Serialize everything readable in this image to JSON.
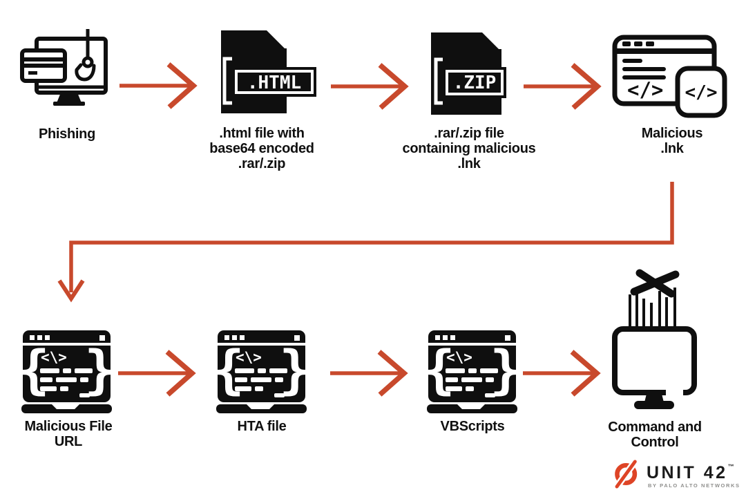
{
  "colors": {
    "arrow": "#C8492C",
    "ink": "#0F0F0F",
    "logo-red": "#DE4426",
    "tagline-gray": "#8F8F8D"
  },
  "nodes": {
    "phishing": {
      "lines": [
        "Phishing"
      ]
    },
    "html_file": {
      "lines": [
        ".html file with",
        "base64 encoded",
        ".rar/.zip"
      ],
      "badge": ".HTML"
    },
    "zip_file": {
      "lines": [
        ".rar/.zip file",
        "containing malicious",
        ".lnk"
      ],
      "badge": ".ZIP"
    },
    "malicious_lnk": {
      "lines": [
        "Malicious",
        ".lnk"
      ]
    },
    "malicious_url": {
      "lines": [
        "Malicious File",
        "URL"
      ]
    },
    "hta_file": {
      "lines": [
        "HTA file"
      ]
    },
    "vbscripts": {
      "lines": [
        "VBScripts"
      ]
    },
    "c2": {
      "lines": [
        "Command and",
        "Control"
      ]
    }
  },
  "icon_glyphs": {
    "brace_left": "{",
    "brace_right": "}",
    "code_tag": "</>",
    "code_slash": "<\\>"
  },
  "logo": {
    "brand": "UNIT 42",
    "trademark": "™",
    "tagline": "BY PALO ALTO NETWORKS"
  }
}
